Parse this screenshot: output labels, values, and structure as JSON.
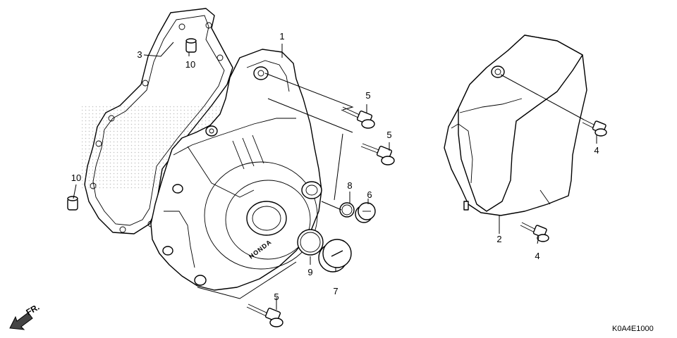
{
  "diagram": {
    "code": "K0A4E1000",
    "front_indicator": "FR.",
    "brand_emboss": "HONDA",
    "callouts": [
      {
        "id": "c1",
        "label": "1"
      },
      {
        "id": "c2",
        "label": "2"
      },
      {
        "id": "c3",
        "label": "3"
      },
      {
        "id": "c4a",
        "label": "4"
      },
      {
        "id": "c4b",
        "label": "4"
      },
      {
        "id": "c5a",
        "label": "5"
      },
      {
        "id": "c5b",
        "label": "5"
      },
      {
        "id": "c5c",
        "label": "5"
      },
      {
        "id": "c6",
        "label": "6"
      },
      {
        "id": "c7",
        "label": "7"
      },
      {
        "id": "c8",
        "label": "8"
      },
      {
        "id": "c9",
        "label": "9"
      },
      {
        "id": "c10a",
        "label": "10"
      },
      {
        "id": "c10b",
        "label": "10"
      }
    ]
  }
}
